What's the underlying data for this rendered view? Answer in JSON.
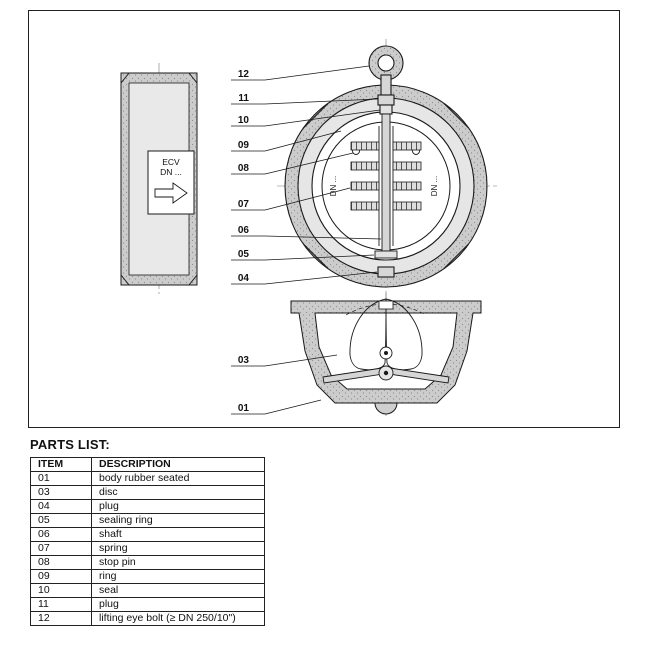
{
  "drawing": {
    "side_label": {
      "line1": "ECV",
      "line2": "DN ..."
    },
    "dn_left": "DN ...",
    "dn_right": "DN ...",
    "front_callouts": [
      "12",
      "11",
      "10",
      "09",
      "08",
      "07",
      "06",
      "05",
      "04"
    ],
    "section_callouts": [
      "03",
      "01"
    ]
  },
  "parts_list": {
    "title": "PARTS LIST:",
    "headers": {
      "item": "ITEM",
      "description": "DESCRIPTION"
    },
    "rows": [
      {
        "item": "01",
        "description": "body rubber seated"
      },
      {
        "item": "03",
        "description": "disc"
      },
      {
        "item": "04",
        "description": "plug"
      },
      {
        "item": "05",
        "description": "sealing ring"
      },
      {
        "item": "06",
        "description": "shaft"
      },
      {
        "item": "07",
        "description": "spring"
      },
      {
        "item": "08",
        "description": "stop pin"
      },
      {
        "item": "09",
        "description": "ring"
      },
      {
        "item": "10",
        "description": "seal"
      },
      {
        "item": "11",
        "description": "plug"
      },
      {
        "item": "12",
        "description": "lifting eye bolt (≥ DN 250/10\")"
      }
    ]
  }
}
